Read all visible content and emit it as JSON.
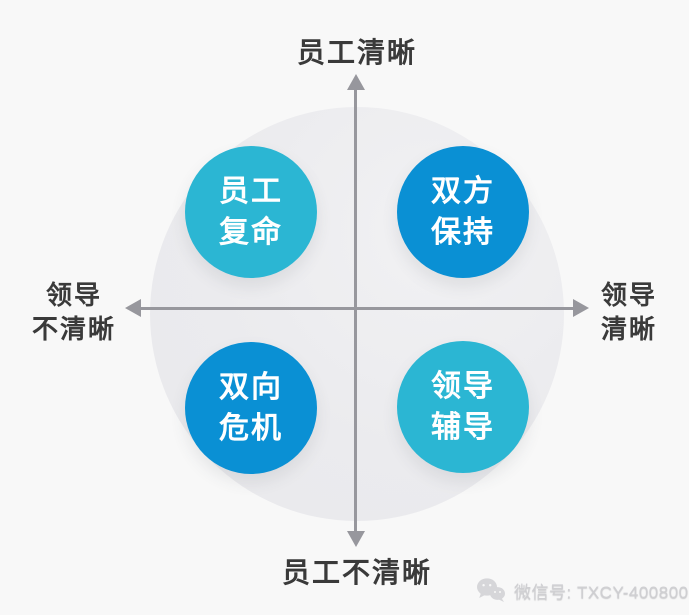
{
  "diagram": {
    "axis": {
      "top": "员工清晰",
      "bottom": "员工不清晰",
      "left": "领导\n不清晰",
      "right": "领导\n清晰"
    },
    "quadrants": {
      "top_left": {
        "label": "员工\n复命",
        "color": "#2bb6d3"
      },
      "top_right": {
        "label": "双方\n保持",
        "color": "#0a90d4"
      },
      "bottom_left": {
        "label": "双向\n危机",
        "color": "#0a90d4"
      },
      "bottom_right": {
        "label": "领导\n辅导",
        "color": "#2bb6d3"
      }
    },
    "colors": {
      "cyan_circle": "#2bb6d3",
      "blue_circle": "#0a90d4",
      "axis_gray": "#97979d",
      "background_circle": "#ececee",
      "page_background": "#f8f8f8",
      "label_text": "#3a3a3a",
      "circle_text": "#ffffff",
      "watermark_text": "#cfcfd2"
    }
  },
  "watermark": {
    "icon": "wechat-icon",
    "text": "微信号: TXCY-400800"
  }
}
